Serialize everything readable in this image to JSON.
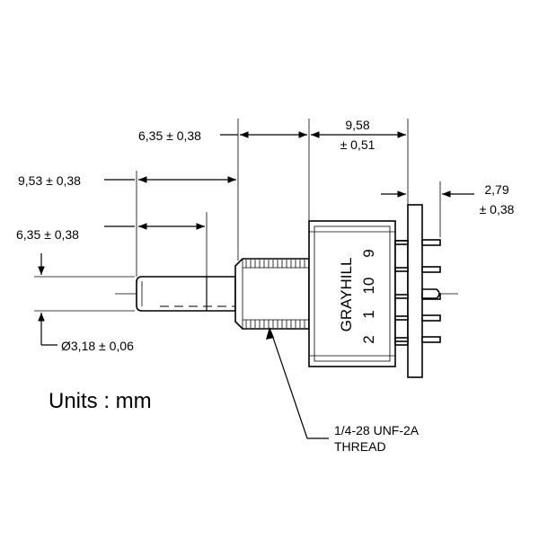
{
  "dimensions": {
    "shaft_flat_to_panel": "6,35 ± 0,38",
    "body_depth_value": "9,58",
    "body_depth_tol": "± 0,51",
    "shaft_length": "9,53 ± 0,38",
    "pin_spacing_value": "2,79",
    "pin_spacing_tol": "± 0,38",
    "flat_length": "6,35 ± 0,38",
    "shaft_diameter": "Ø3,18 ± 0,06"
  },
  "units_label": "Units : mm",
  "body_marking": {
    "brand": "GRAYHILL",
    "row1_left": "2",
    "row1_right": "9",
    "row2_left": "1",
    "row2_right": "10"
  },
  "thread_callout": {
    "line1": "1/4-28 UNF-2A",
    "line2": "THREAD"
  }
}
